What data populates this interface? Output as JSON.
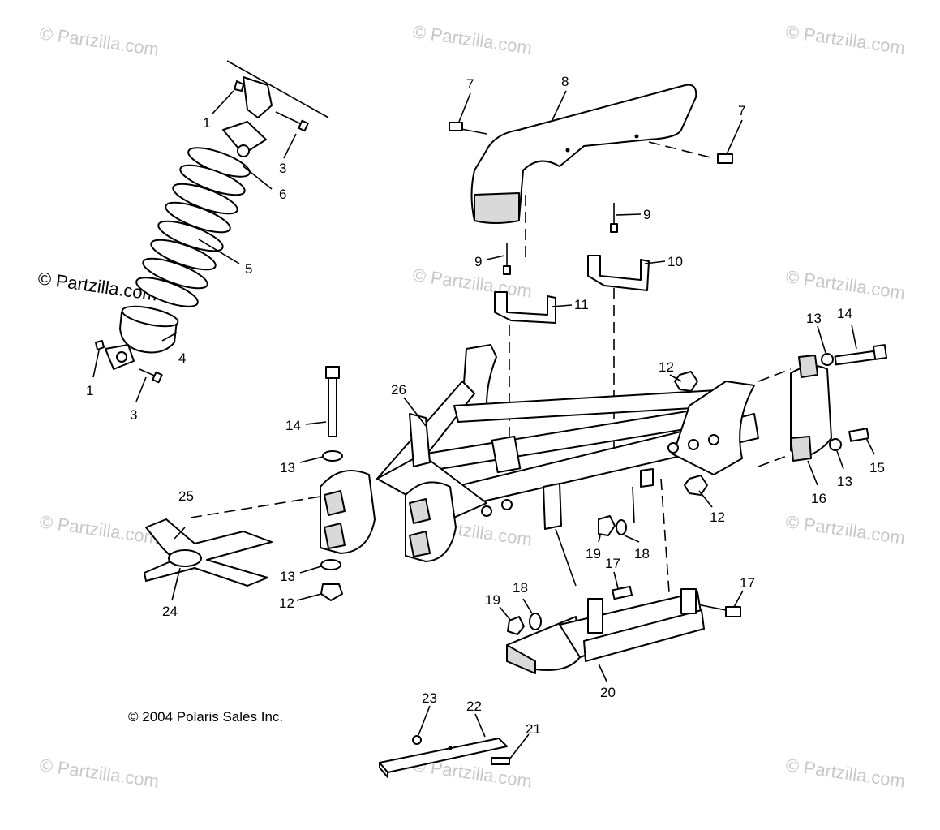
{
  "watermark": "© Partzilla.com",
  "copyright": "© 2004 Polaris Sales Inc.",
  "callouts": {
    "c1a": "1",
    "c3a": "3",
    "c6": "6",
    "c5": "5",
    "c4": "4",
    "c1b": "1",
    "c3b": "3",
    "c7a": "7",
    "c8": "8",
    "c7b": "7",
    "c9a": "9",
    "c10": "10",
    "c9b": "9",
    "c11": "11",
    "c26": "26",
    "c14a": "14",
    "c13a": "13",
    "c13b": "13",
    "c12a": "12",
    "c25": "25",
    "c24": "24",
    "c12b": "12",
    "c12c": "12",
    "c13c": "13",
    "c14b": "14",
    "c15": "15",
    "c13d": "13",
    "c16": "16",
    "c19a": "19",
    "c18a": "18",
    "c17a": "17",
    "c19b": "19",
    "c18b": "18",
    "c17b": "17",
    "c20": "20",
    "c23": "23",
    "c22": "22",
    "c21": "21"
  }
}
